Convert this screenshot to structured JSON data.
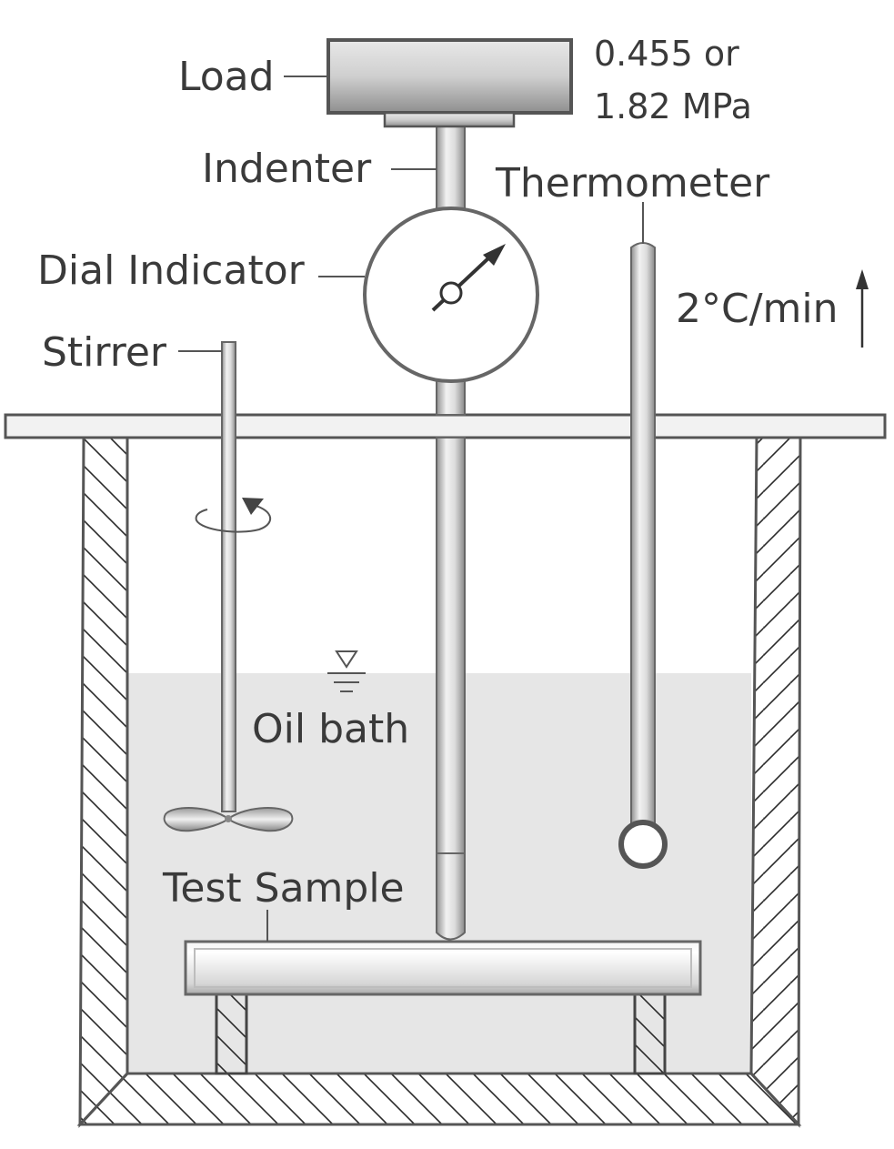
{
  "labels": {
    "load": "Load",
    "pressure_line1": "0.455 or",
    "pressure_line2": "1.82 MPa",
    "indenter": "Indenter",
    "thermometer": "Thermometer",
    "dial_indicator": "Dial Indicator",
    "heating_rate": "2°C/min",
    "stirrer": "Stirrer",
    "oil_bath": "Oil bath",
    "test_sample": "Test Sample"
  },
  "colors": {
    "stroke": "#555555",
    "text": "#3a3a3a",
    "oil": "#e6e6e6",
    "metal_dark": "#9a9a9a",
    "metal_light": "#ececec"
  },
  "icons": {
    "rotation": "rotation-arrow-icon",
    "liquid_level": "liquid-level-icon",
    "heating_up": "arrow-up-icon"
  }
}
